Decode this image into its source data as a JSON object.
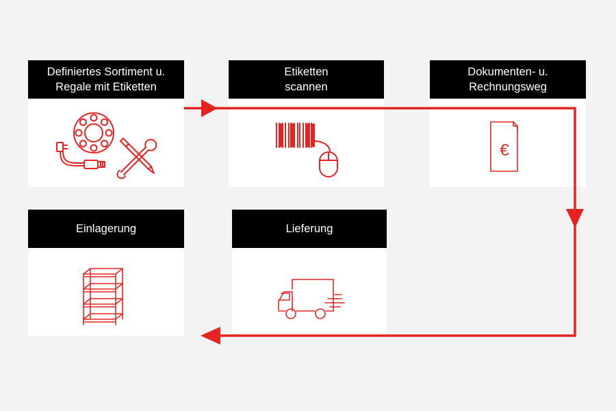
{
  "colors": {
    "accent": "#e52421",
    "header_bg": "#000000",
    "header_text": "#ffffff",
    "card_bg": "#ffffff",
    "page_bg": "#f3f3f3"
  },
  "steps": [
    {
      "line1": "Definiertes Sortiment u.",
      "line2": "Regale mit Etiketten",
      "icon": "bearing-cable-tools-icon"
    },
    {
      "line1": "Etiketten",
      "line2": "scannen",
      "icon": "barcode-mouse-icon"
    },
    {
      "line1": "Dokumenten- u.",
      "line2": "Rechnungsweg",
      "icon": "euro-document-icon"
    },
    {
      "line1": "Lieferung",
      "line2": "",
      "icon": "delivery-truck-icon"
    },
    {
      "line1": "Einlagerung",
      "line2": "",
      "icon": "shelf-icon"
    }
  ]
}
